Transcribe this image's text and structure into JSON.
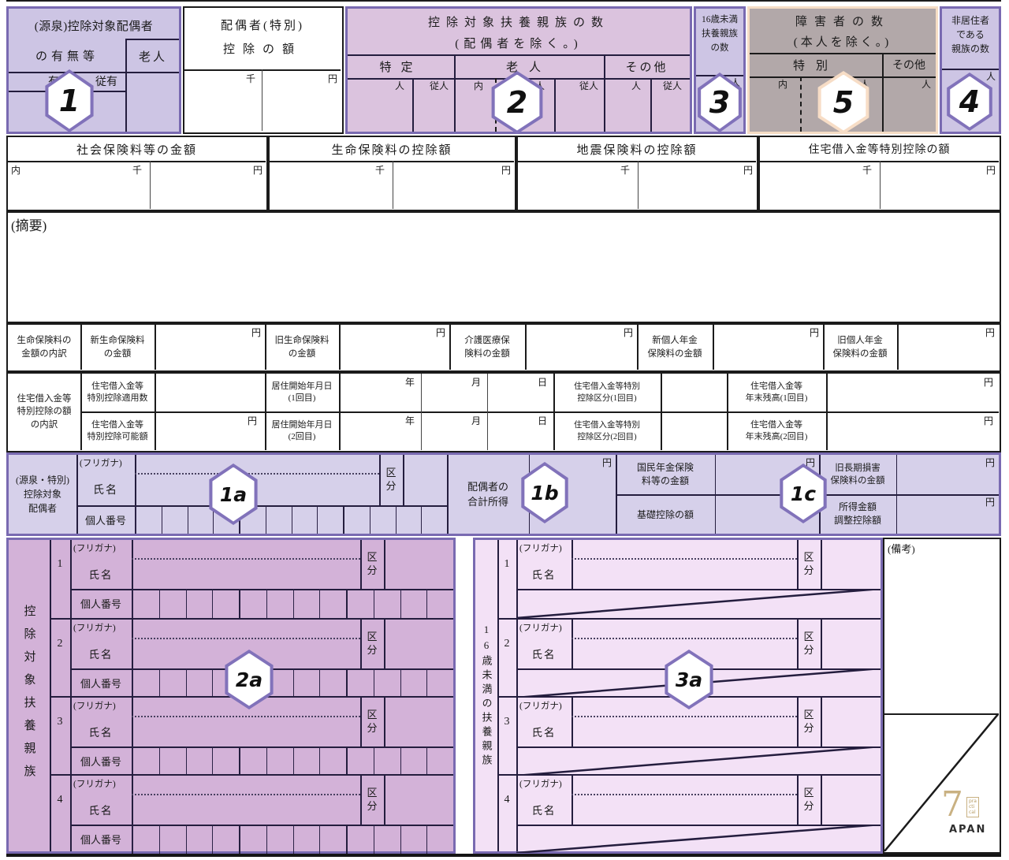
{
  "badges": {
    "n1": "1",
    "n2": "2",
    "n3": "3",
    "n4": "4",
    "n5": "5",
    "a1": "1a",
    "b1": "1b",
    "c1": "1c",
    "a2": "2a",
    "a3": "3a"
  },
  "units": {
    "yen": "円",
    "sen": "千",
    "nin": "人",
    "junin": "従人",
    "uchi": "内",
    "year": "年",
    "month": "月",
    "day": "日"
  },
  "sec_spouse": {
    "l1": "(源泉)控除対象配偶者",
    "l2": "の有無等",
    "rojin": "老人",
    "yu": "有",
    "juyu": "従有"
  },
  "sec_sp_deduction": {
    "l1": "配偶者(特別)",
    "l2": "控除の額"
  },
  "sec_dep_count": {
    "l1": "控除対象扶養親族の数",
    "l2": "(配偶者を除く。)",
    "tokutei": "特定",
    "rojin": "老人",
    "sonota": "その他"
  },
  "sec_u16_count": {
    "l1": "16歳未満",
    "l2": "扶養親族",
    "l3": "の数"
  },
  "sec_disabled": {
    "l1": "障害者の数",
    "l2": "(本人を除く。)",
    "tokubetsu": "特別",
    "sonota": "その他"
  },
  "sec_nonres": {
    "l1": "非居住者",
    "l2": "である",
    "l3": "親族の数"
  },
  "amounts": {
    "a1": "社会保険料等の金額",
    "a2": "生命保険料の控除額",
    "a3": "地震保険料の控除額",
    "a4": "住宅借入金等特別控除の額"
  },
  "summary": {
    "label": "(摘要)"
  },
  "insurance": {
    "head": "生命保険料の\n金額の内訳",
    "l1": "新生命保険料\nの金額",
    "l2": "旧生命保険料\nの金額",
    "l3": "介護医療保\n険料の金額",
    "l4": "新個人年金\n保険料の金額",
    "l5": "旧個人年金\n保険料の金額"
  },
  "housing": {
    "head": "住宅借入金等\n特別控除の額\nの内訳",
    "r1c1": "住宅借入金等\n特別控除適用数",
    "r2c1": "住宅借入金等\n特別控除可能額",
    "r1c2": "居住開始年月日\n(1回目)",
    "r2c2": "居住開始年月日\n(2回目)",
    "r1c3": "住宅借入金等特別\n控除区分(1回目)",
    "r2c3": "住宅借入金等特別\n控除区分(2回目)",
    "r1c4": "住宅借入金等\n年末残高(1回目)",
    "r2c4": "住宅借入金等\n年末残高(2回目)"
  },
  "spouse_row": {
    "head": "(源泉・特別)\n控除対象\n配偶者",
    "furigana": "(フリガナ)",
    "shimei": "氏名",
    "mynum": "個人番号",
    "kubun": "区\n分",
    "gokei": "配偶者の\n合計所得",
    "kokumin": "国民年金保険\n料等の金額",
    "kiso": "基礎控除の額",
    "kyuchoki": "旧長期損害\n保険料の金額",
    "chosei": "所得金額\n調整控除額"
  },
  "dependents": {
    "head": "控除対象扶養親族",
    "furigana": "(フリガナ)",
    "shimei": "氏名",
    "mynum": "個人番号",
    "kubun": "区\n分",
    "rows": [
      "1",
      "2",
      "3",
      "4"
    ]
  },
  "under16": {
    "head": "16歳未満の扶養親族",
    "furigana": "(フリガナ)",
    "shimei": "氏名",
    "kubun": "区\n分",
    "rows": [
      "1",
      "2",
      "3",
      "4"
    ]
  },
  "biko": {
    "label": "(備考)"
  },
  "watermark": {
    "big": "7",
    "small": "pra\ncti\ncal",
    "name": "APAN"
  }
}
